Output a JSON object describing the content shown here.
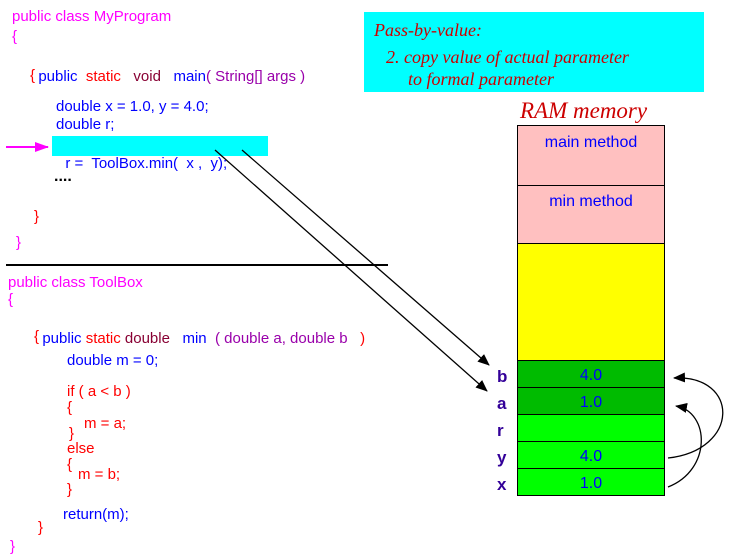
{
  "program": {
    "line1": "public class MyProgram",
    "brace_open": "{",
    "main_sig": {
      "public": "public",
      "static": "static",
      "void": "void",
      "name": "main",
      "params": "( String[] args )"
    },
    "main_brace_open": "{",
    "decl1": "double x = 1.0, y = 4.0;",
    "decl2": "double r;",
    "call_prefix": "r =  ToolBox.min(",
    "call_args": "x ,  y",
    "call_suffix": ");",
    "dots": "....",
    "main_brace_close": "}",
    "brace_close": "}"
  },
  "toolbox": {
    "line1": "public class ToolBox",
    "brace_open": "{",
    "min_sig": {
      "public": "public",
      "static": "static",
      "type": "double",
      "name": "min",
      "params": "( double a, double b",
      "paren": ")"
    },
    "min_brace_open": "{",
    "decl": "double m = 0;",
    "if_line": "if ( a < b )",
    "if_brace_open": "{",
    "assign_a": "m = a;",
    "if_brace_close": "}",
    "else": "else",
    "else_brace_open": "{",
    "assign_b": "m = b;",
    "else_brace_close": "}",
    "return": "return(m);",
    "min_brace_close": "}",
    "brace_close": "}"
  },
  "callout": {
    "line1": "Pass-by-value:",
    "line2": "2. copy value of actual parameter",
    "line3": "to formal parameter"
  },
  "ram": {
    "title": "RAM memory",
    "main_method": "main method",
    "min_method": "min method",
    "b_label": "b",
    "b_value": "4.0",
    "a_label": "a",
    "a_value": "1.0",
    "r_label": "r",
    "y_label": "y",
    "y_value": "4.0",
    "x_label": "x",
    "x_value": "1.0"
  },
  "colors": {
    "callout_bg": "#00ffff",
    "frame_pink": "#ffc0c0",
    "yellow": "#ffff00",
    "dark_green": "#00bb00",
    "bright_green": "#00ff00",
    "arrow_pointer": "#ff00ff"
  }
}
